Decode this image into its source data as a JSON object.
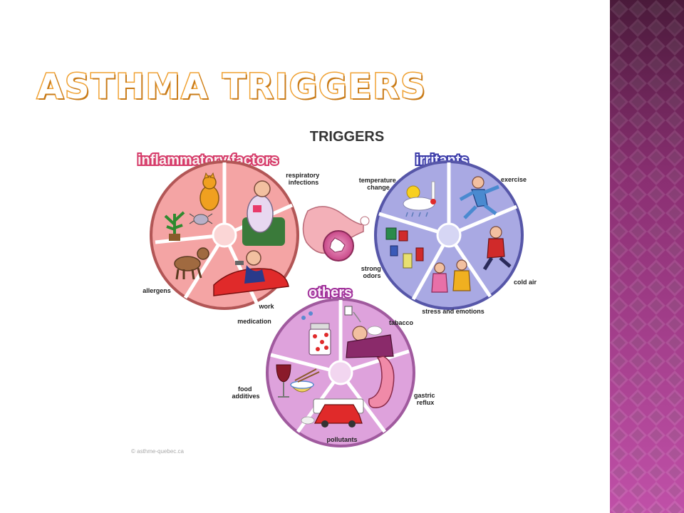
{
  "slide": {
    "title": "ASTHMA TRIGGERS",
    "colors": {
      "title_outline": "#f0a132",
      "side_band_dark": "#4a1a3a",
      "side_band_light": "#c050a8"
    }
  },
  "diagram": {
    "heading": "TRIGGERS",
    "credit": "© asthme-quebec.ca",
    "groups": [
      {
        "title": "inflammatory factors",
        "color": "#f4a4a4",
        "labels": [
          "respiratory infections",
          "work",
          "allergens"
        ],
        "icons": [
          "cat-icon",
          "dust-mite-icon",
          "plant-icon",
          "dog-icon",
          "sick-person-icon",
          "worker-icon"
        ]
      },
      {
        "title": "irritants",
        "color": "#a9a9e3",
        "labels": [
          "temperature change",
          "exercise",
          "cold air",
          "stress and emotions",
          "strong odors"
        ],
        "icons": [
          "weather-icon",
          "runner-icon",
          "paint-can-icon",
          "walking-person-icon",
          "arguing-people-icon"
        ]
      },
      {
        "title": "others",
        "color": "#dea2dc",
        "labels": [
          "tabacco",
          "gastric reflux",
          "pollutants",
          "food additives",
          "medication"
        ],
        "icons": [
          "pill-bottle-icon",
          "smoker-icon",
          "stomach-icon",
          "car-exhaust-icon",
          "wine-glass-icon",
          "food-bowl-icon"
        ]
      }
    ],
    "center_icon": "airway-icon"
  }
}
